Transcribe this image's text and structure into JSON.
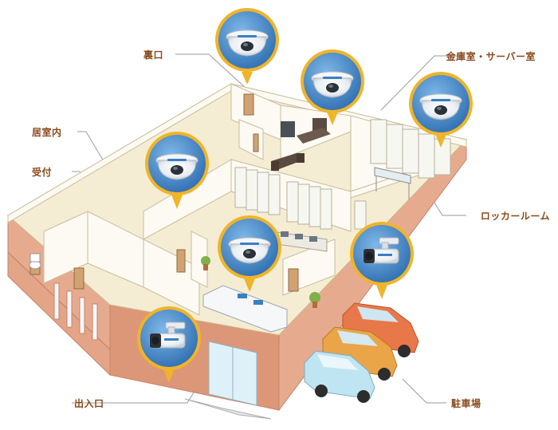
{
  "labels": {
    "back_door": "裏口",
    "safe_server": "金庫室・サーバー室",
    "room": "居室内",
    "reception": "受付",
    "locker": "ロッカールーム",
    "entrance": "出入口",
    "parking": "駐車場"
  },
  "colors": {
    "wall_outer": "#e0a083",
    "floor": "#f6efd5",
    "wall_top": "#fbf8ee",
    "camera_ring": "#f0b429",
    "camera_bg": "#3a7fc3",
    "label_text": "#8a4a1c",
    "car_orange": "#e8774a",
    "car_yellow": "#eaa548",
    "car_blue": "#bfe4f2"
  },
  "cameras": [
    {
      "kind": "dome-camera",
      "location": "back_door"
    },
    {
      "kind": "dome-camera",
      "location": "safe_server"
    },
    {
      "kind": "dome-camera",
      "location": "locker"
    },
    {
      "kind": "dome-camera",
      "location": "room"
    },
    {
      "kind": "dome-camera",
      "location": "reception"
    },
    {
      "kind": "bullet-camera",
      "location": "parking"
    },
    {
      "kind": "bullet-camera",
      "location": "entrance"
    }
  ]
}
